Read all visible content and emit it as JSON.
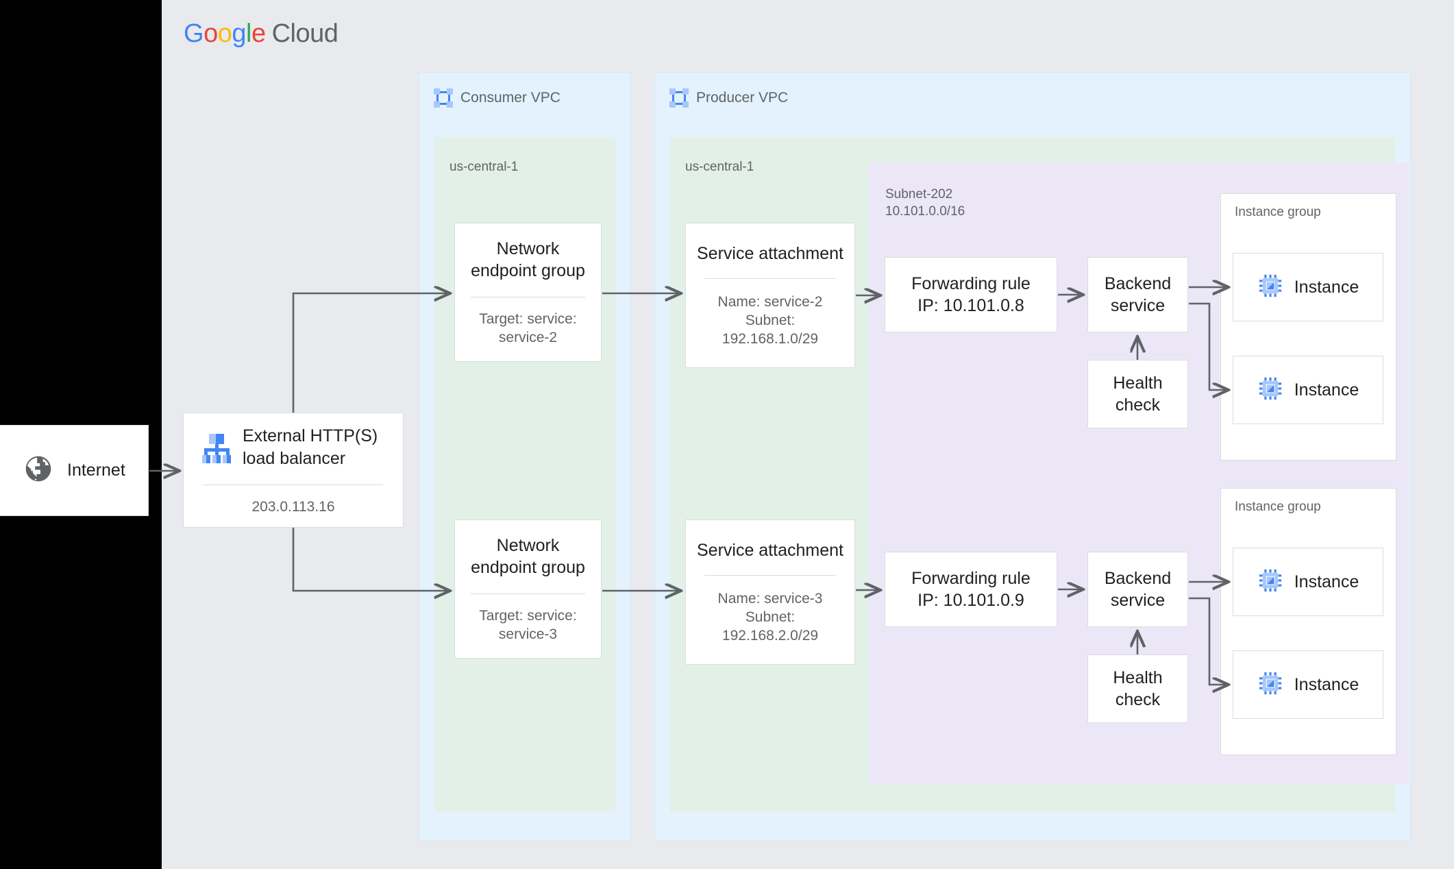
{
  "brand": {
    "logo_google": [
      "G",
      "o",
      "o",
      "g",
      "l",
      "e"
    ],
    "logo_cloud": "Cloud",
    "colors": {
      "blue": "#4285f4",
      "red": "#ea4335",
      "yellow": "#fbbc05",
      "green": "#34a853",
      "gray_text": "#5f6368",
      "vpc_fill": "#e3f2fd",
      "region_fill": "#e2f0e8",
      "subnet_fill": "#ece7f6",
      "stage_fill": "#e8eaed",
      "card_border": "#dadce0",
      "arrow": "#5f6368"
    }
  },
  "external": {
    "internet": {
      "label": "Internet",
      "icon": "globe-icon"
    }
  },
  "load_balancer": {
    "title": "External HTTP(S)\nload balancer",
    "title_line1": "External HTTP(S)",
    "title_line2": "load balancer",
    "ip": "203.0.113.16",
    "icon": "load-balancer-tree-icon"
  },
  "consumer_vpc": {
    "title": "Consumer VPC",
    "icon": "vpc-network-icon",
    "region": "us-central-1",
    "nodes": [
      {
        "id": "neg-service-2",
        "title_line1": "Network",
        "title_line2": "endpoint group",
        "sub_line1": "Target: service:",
        "sub_line2": "service-2"
      },
      {
        "id": "neg-service-3",
        "title_line1": "Network",
        "title_line2": "endpoint group",
        "sub_line1": "Target: service:",
        "sub_line2": "service-3"
      }
    ]
  },
  "producer_vpc": {
    "title": "Producer VPC",
    "icon": "vpc-network-icon",
    "region": "us-central-1",
    "subnet": {
      "name": "Subnet-202",
      "cidr": "10.101.0.0/16"
    },
    "service_attachments": [
      {
        "id": "sa-service-2",
        "title": "Service attachment",
        "sub_line1": "Name: service-2",
        "sub_line2": "Subnet:",
        "sub_line3": "192.168.1.0/29"
      },
      {
        "id": "sa-service-3",
        "title": "Service attachment",
        "sub_line1": "Name: service-3",
        "sub_line2": "Subnet:",
        "sub_line3": "192.168.2.0/29"
      }
    ],
    "stacks": [
      {
        "id": "stack-1",
        "forwarding_rule_line1": "Forwarding rule",
        "forwarding_rule_line2": "IP: 10.101.0.8",
        "backend_service_line1": "Backend",
        "backend_service_line2": "service",
        "health_check_line1": "Health",
        "health_check_line2": "check",
        "instance_group": {
          "label": "Instance group",
          "instances": [
            {
              "label": "Instance",
              "icon": "vm-chip-icon"
            },
            {
              "label": "Instance",
              "icon": "vm-chip-icon"
            }
          ]
        }
      },
      {
        "id": "stack-2",
        "forwarding_rule_line1": "Forwarding rule",
        "forwarding_rule_line2": "IP: 10.101.0.9",
        "backend_service_line1": "Backend",
        "backend_service_line2": "service",
        "health_check_line1": "Health",
        "health_check_line2": "check",
        "instance_group": {
          "label": "Instance group",
          "instances": [
            {
              "label": "Instance",
              "icon": "vm-chip-icon"
            },
            {
              "label": "Instance",
              "icon": "vm-chip-icon"
            }
          ]
        }
      }
    ]
  }
}
